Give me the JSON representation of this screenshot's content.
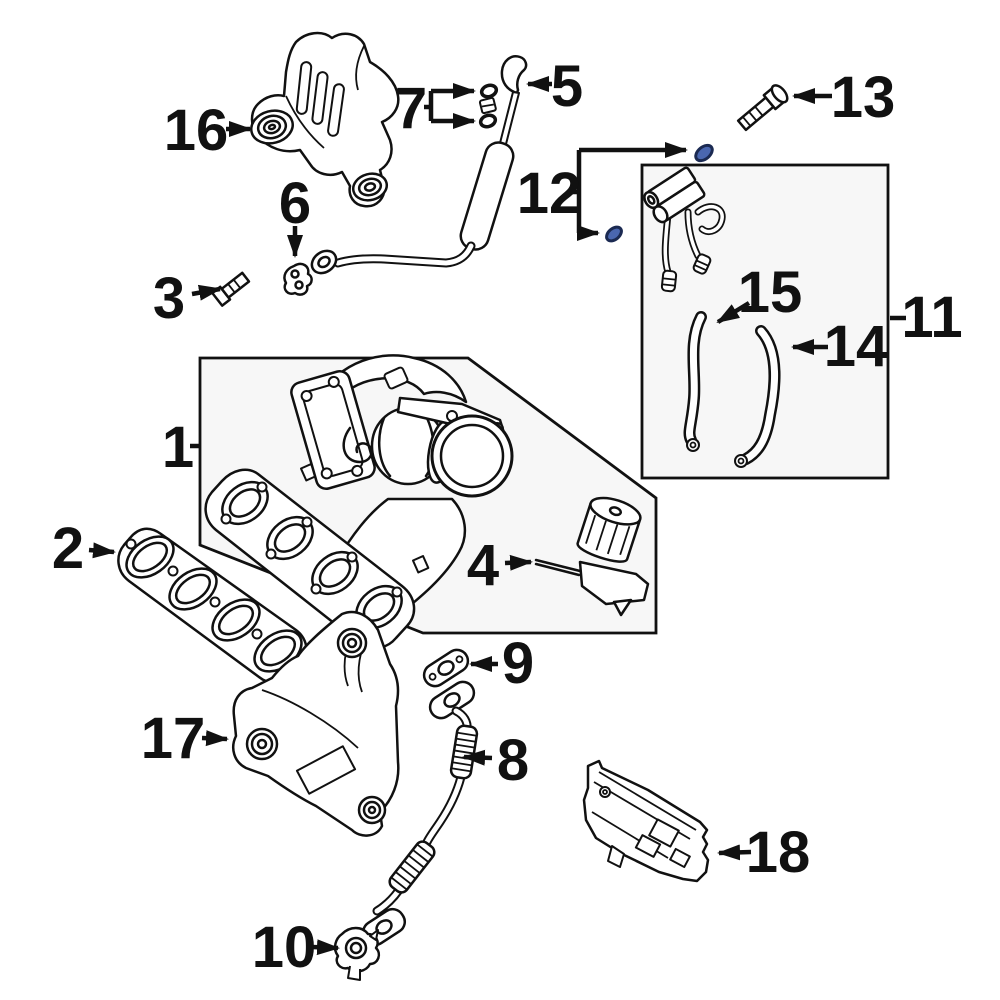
{
  "diagram": {
    "kind": "exploded-parts-diagram",
    "subject": "turbocharger-exhaust-manifold-components",
    "background_color": "#ffffff",
    "line_color": "#111111",
    "box_fill_color": "#f7f7f7",
    "seal_color": "#4a67b0",
    "seal_edge_color": "#1b2a52",
    "callouts": [
      {
        "num": "1",
        "part": "turbocharger-exhaust-manifold-assembly"
      },
      {
        "num": "2",
        "part": "exhaust-manifold-gasket"
      },
      {
        "num": "3",
        "part": "small-bolt"
      },
      {
        "num": "4",
        "part": "wastegate-actuator"
      },
      {
        "num": "5",
        "part": "oil-level-gauge-tube"
      },
      {
        "num": "6",
        "part": "harness-clip"
      },
      {
        "num": "7",
        "part": "tube-seal-rings"
      },
      {
        "num": "8",
        "part": "turbo-oil-feed-line"
      },
      {
        "num": "9",
        "part": "oil-line-gaskets"
      },
      {
        "num": "10",
        "part": "line-clamp"
      },
      {
        "num": "11",
        "part": "coolant-line-kit-box"
      },
      {
        "num": "12",
        "part": "coolant-line-o-ring-seals"
      },
      {
        "num": "13",
        "part": "mounting-bolt"
      },
      {
        "num": "14",
        "part": "coolant-hose-long"
      },
      {
        "num": "15",
        "part": "coolant-hose-short"
      },
      {
        "num": "16",
        "part": "upper-heat-shield-bracket"
      },
      {
        "num": "17",
        "part": "lower-heat-shield"
      },
      {
        "num": "18",
        "part": "side-heat-shield-panel"
      }
    ]
  }
}
